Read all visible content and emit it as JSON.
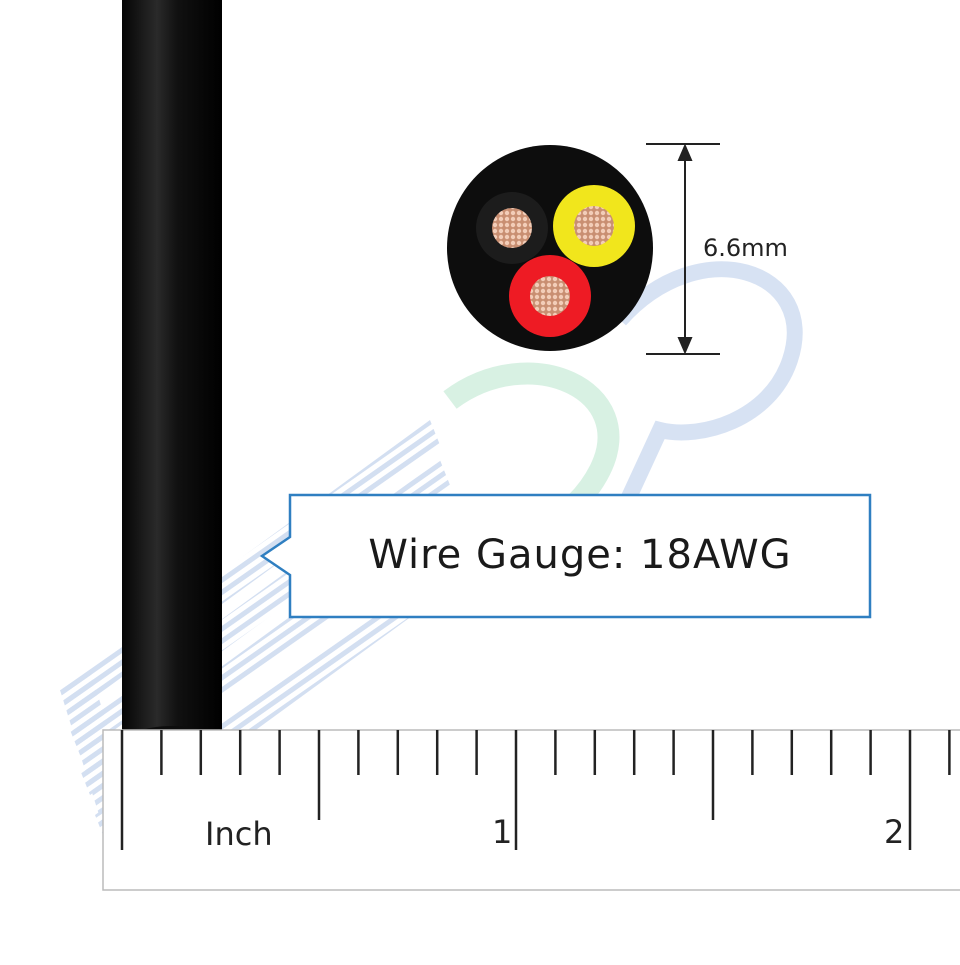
{
  "callout": {
    "text": "Wire Gauge: 18AWG"
  },
  "dimension": {
    "text": "6.6mm"
  },
  "ruler": {
    "unit": "Inch",
    "labels": [
      "1",
      "2"
    ]
  },
  "watermark": {
    "text": "EDP"
  },
  "colors": {
    "cable_jacket": "#0d0d0d",
    "core_black": "#1c1c1c",
    "core_yellow": "#f1e61c",
    "core_red": "#ee1b24",
    "copper": "#d9a88a",
    "callout_border": "#2f7fc1",
    "watermark_blue": "#c9d7ee",
    "watermark_green": "#cfeedd"
  },
  "icons": [
    "cable-cross-section-icon",
    "dimension-arrow-icon"
  ]
}
